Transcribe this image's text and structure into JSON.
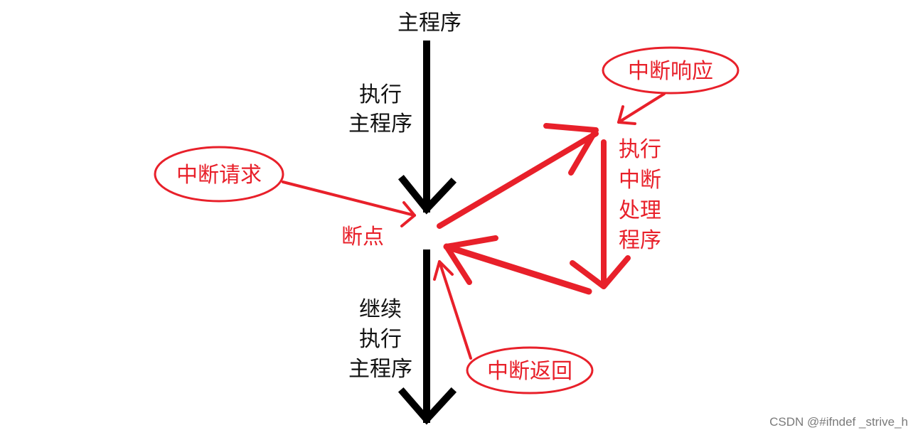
{
  "labels": {
    "main_program": "主程序",
    "exec_main_line1": "执行",
    "exec_main_line2": "主程序",
    "breakpoint": "断点",
    "continue_line1": "继续",
    "continue_line2": "执行",
    "continue_line3": "主程序",
    "isr_line1": "执行",
    "isr_line2": "中断",
    "isr_line3": "处理",
    "isr_line4": "程序"
  },
  "callouts": {
    "interrupt_request": "中断请求",
    "interrupt_response": "中断响应",
    "interrupt_return": "中断返回"
  },
  "watermark": "CSDN @#ifndef _strive_h",
  "colors": {
    "main_flow": "#000000",
    "interrupt_flow": "#e8202a",
    "label_text": "#111111",
    "watermark_text": "#7a7a7a"
  }
}
